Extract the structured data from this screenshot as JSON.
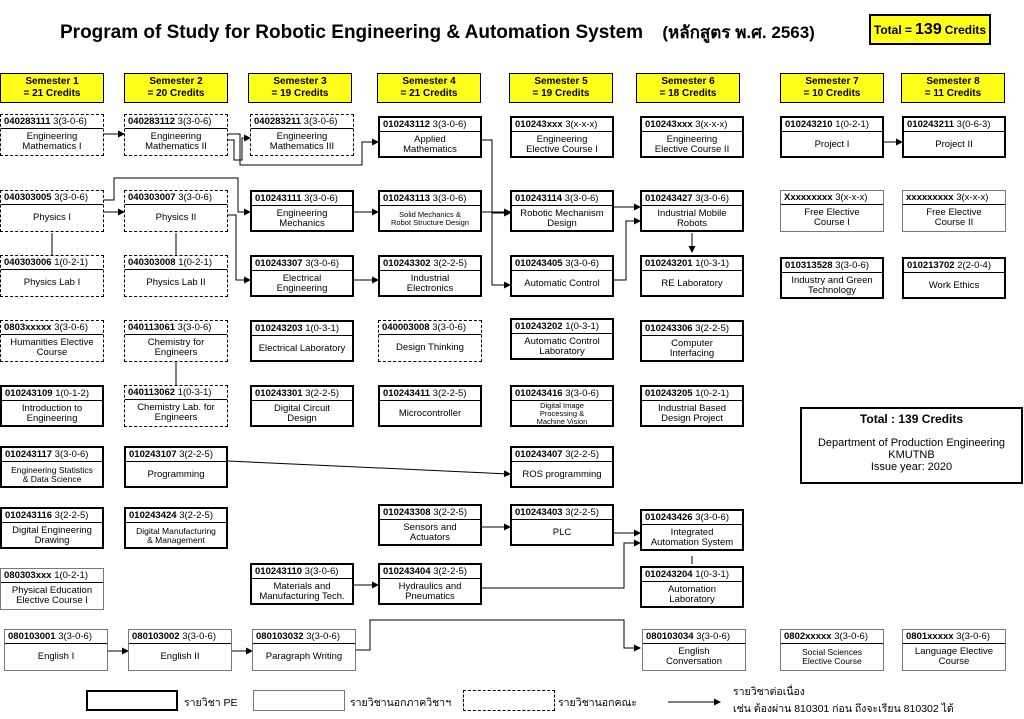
{
  "title": "Program of Study for Robotic Engineering & Automation System",
  "title_thai": "(หลักสูตร พ.ศ. 2563)",
  "total_badge": {
    "prefix": "Total =",
    "number": "139",
    "suffix": "Credits"
  },
  "semesters": [
    {
      "label": "Semester 1",
      "credits": "= 21 Credits"
    },
    {
      "label": "Semester 2",
      "credits": "= 20 Credits"
    },
    {
      "label": "Semester 3",
      "credits": "= 19 Credits"
    },
    {
      "label": "Semester 4",
      "credits": "= 21 Credits"
    },
    {
      "label": "Semester 5",
      "credits": "= 19 Credits"
    },
    {
      "label": "Semester 6",
      "credits": "= 18 Credits"
    },
    {
      "label": "Semester 7",
      "credits": "= 10 Credits"
    },
    {
      "label": "Semester 8",
      "credits": "= 11 Credits"
    }
  ],
  "courses": [
    {
      "code": "040283111",
      "cr": "3(3-0-6)",
      "name": "Engineering\nMathematics I"
    },
    {
      "code": "040303005",
      "cr": "3(3-0-6)",
      "name": "Physics I"
    },
    {
      "code": "040303006",
      "cr": "1(0-2-1)",
      "name": "Physics Lab I"
    },
    {
      "code": "0803xxxxx",
      "cr": "3(3-0-6)",
      "name": "Humanities Elective\nCourse"
    },
    {
      "code": "010243109",
      "cr": "1(0-1-2)",
      "name": "Introduction to\nEngineering"
    },
    {
      "code": "010243117",
      "cr": "3(3-0-6)",
      "name": "Engineering Statistics\n& Data Science"
    },
    {
      "code": "010243116",
      "cr": "3(2-2-5)",
      "name": "Digital Engineering\nDrawing"
    },
    {
      "code": "080303xxx",
      "cr": "1(0-2-1)",
      "name": "Physical Education\nElective Course I"
    },
    {
      "code": "080103001",
      "cr": "3(3-0-6)",
      "name": "English I"
    },
    {
      "code": "040283112",
      "cr": "3(3-0-6)",
      "name": "Engineering\nMathematics II"
    },
    {
      "code": "040303007",
      "cr": "3(3-0-6)",
      "name": "Physics II"
    },
    {
      "code": "040303008",
      "cr": "1(0-2-1)",
      "name": "Physics Lab II"
    },
    {
      "code": "040113061",
      "cr": "3(3-0-6)",
      "name": "Chemistry for\nEngineers"
    },
    {
      "code": "040113062",
      "cr": "1(0-3-1)",
      "name": "Chemistry Lab. for\nEngineers"
    },
    {
      "code": "010243107",
      "cr": "3(2-2-5)",
      "name": "Programming"
    },
    {
      "code": "010243424",
      "cr": "3(2-2-5)",
      "name": "Digital Manufacturing\n& Management"
    },
    {
      "code": "080103002",
      "cr": "3(3-0-6)",
      "name": "English II"
    },
    {
      "code": "040283211",
      "cr": "3(3-0-6)",
      "name": "Engineering\nMathematics III"
    },
    {
      "code": "010243111",
      "cr": "3(3-0-6)",
      "name": "Engineering\nMechanics"
    },
    {
      "code": "010243307",
      "cr": "3(3-0-6)",
      "name": "Electrical\nEngineering"
    },
    {
      "code": "010243203",
      "cr": "1(0-3-1)",
      "name": "Electrical Laboratory"
    },
    {
      "code": "010243301",
      "cr": "3(2-2-5)",
      "name": "Digital Circuit\nDesign"
    },
    {
      "code": "010243110",
      "cr": "3(3-0-6)",
      "name": "Materials and\nManufacturing Tech."
    },
    {
      "code": "080103032",
      "cr": "3(3-0-6)",
      "name": "Paragraph Writing"
    },
    {
      "code": "010243112",
      "cr": "3(3-0-6)",
      "name": "Applied\nMathematics"
    },
    {
      "code": "010243113",
      "cr": "3(3-0-6)",
      "name": "Solid Mechanics &\nRobot Structure Design"
    },
    {
      "code": "010243302",
      "cr": "3(2-2-5)",
      "name": "Industrial\nElectronics"
    },
    {
      "code": "040003008",
      "cr": "3(3-0-6)",
      "name": "Design Thinking"
    },
    {
      "code": "010243411",
      "cr": "3(2-2-5)",
      "name": "Microcontroller"
    },
    {
      "code": "010243308",
      "cr": "3(2-2-5)",
      "name": "Sensors and\nActuators"
    },
    {
      "code": "010243404",
      "cr": "3(2-2-5)",
      "name": "Hydraulics and\nPneumatics"
    },
    {
      "code": "010243xxx",
      "cr": "3(x-x-x)",
      "name": "Engineering\nElective Course I"
    },
    {
      "code": "010243114",
      "cr": "3(3-0-6)",
      "name": "Robotic Mechanism\nDesign"
    },
    {
      "code": "010243405",
      "cr": "3(3-0-6)",
      "name": "Automatic Control"
    },
    {
      "code": "010243202",
      "cr": "1(0-3-1)",
      "name": "Automatic Control\nLaboratory"
    },
    {
      "code": "010243416",
      "cr": "3(3-0-6)",
      "name": "Digital Image\nProcessing &\nMachine Vision"
    },
    {
      "code": "010243407",
      "cr": "3(2-2-5)",
      "name": "ROS programming"
    },
    {
      "code": "010243403",
      "cr": "3(2-2-5)",
      "name": "PLC"
    },
    {
      "code": "010243xxx",
      "cr": "3(x-x-x)",
      "name": "Engineering\nElective Course II"
    },
    {
      "code": "010243427",
      "cr": "3(3-0-6)",
      "name": "Industrial Mobile\nRobots"
    },
    {
      "code": "010243201",
      "cr": "1(0-3-1)",
      "name": "RE Laboratory"
    },
    {
      "code": "010243306",
      "cr": "3(2-2-5)",
      "name": "Computer\nInterfacing"
    },
    {
      "code": "010243205",
      "cr": "1(0-2-1)",
      "name": "Industrial Based\nDesign Project"
    },
    {
      "code": "010243426",
      "cr": "3(3-0-6)",
      "name": "Integrated\nAutomation System"
    },
    {
      "code": "010243204",
      "cr": "1(0-3-1)",
      "name": "Automation\nLaboratory"
    },
    {
      "code": "080103034",
      "cr": "3(3-0-6)",
      "name": "English\nConversation"
    },
    {
      "code": "010243210",
      "cr": "1(0-2-1)",
      "name": "Project I"
    },
    {
      "code": "Xxxxxxxxx",
      "cr": "3(x-x-x)",
      "name": "Free Elective\nCourse I"
    },
    {
      "code": "010313528",
      "cr": "3(3-0-6)",
      "name": "Industry and Green\nTechnology"
    },
    {
      "code": "0802xxxxx",
      "cr": "3(3-0-6)",
      "name": "Social Sciences\nElective Course"
    },
    {
      "code": "010243211",
      "cr": "3(0-6-3)",
      "name": "Project II"
    },
    {
      "code": "xxxxxxxxx",
      "cr": "3(x-x-x)",
      "name": "Free Elective\nCourse II"
    },
    {
      "code": "010213702",
      "cr": "2(2-0-4)",
      "name": "Work Ethics"
    },
    {
      "code": "0801xxxxx",
      "cr": "3(3-0-6)",
      "name": "Language Elective\nCourse"
    }
  ],
  "info": {
    "total": "Total : 139 Credits",
    "department": "Department of Production Engineering",
    "university": "KMUTNB",
    "issue": "Issue year:  2020"
  },
  "legend": {
    "pe": "รายวิชา PE",
    "outside_dept": "รายวิชานอกภาควิชาฯ",
    "outside_faculty": "รายวิชานอกคณะ",
    "prereq_line1": "รายวิชาต่อเนื่อง",
    "prereq_line2": "เช่น ต้องผ่าน 810301  ก่อน ถึงจะเรียน 810302 ได้"
  },
  "colors": {
    "semester_fill": "#ffff1a",
    "border": "#000000"
  }
}
